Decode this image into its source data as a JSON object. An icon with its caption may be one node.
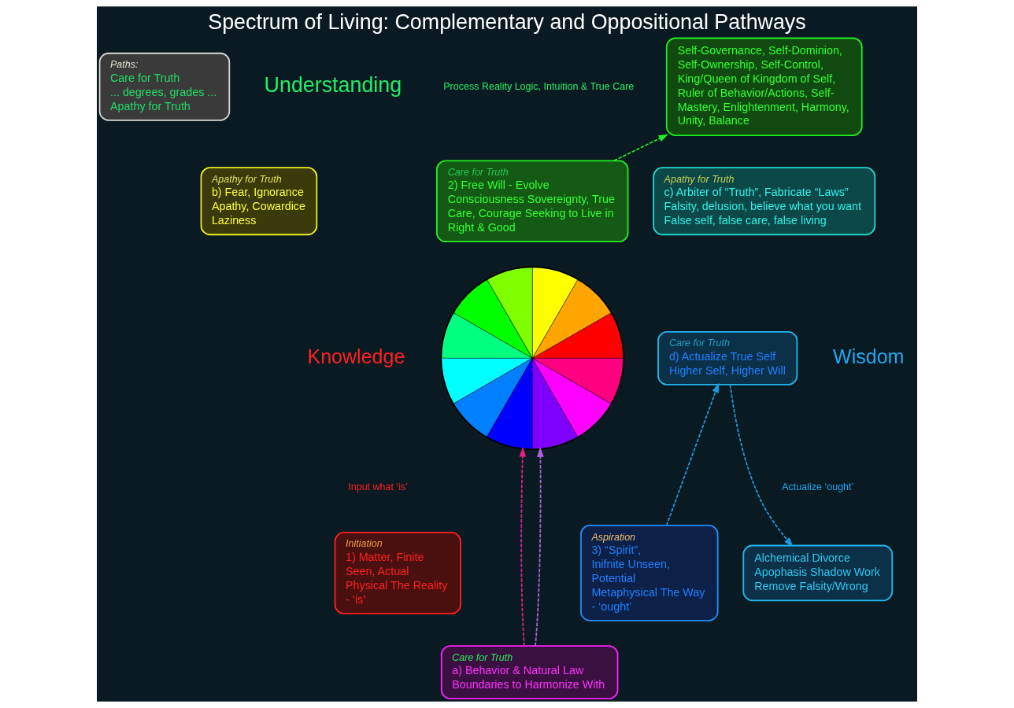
{
  "diagram": {
    "title": "Spectrum of Living: Complementary and Oppositional Pathways",
    "nodes": [
      {
        "text": [
          "Paths:",
          "Care for Truth",
          "... degrees, grades ...",
          "Apathy for Truth"
        ]
      },
      {
        "text": [
          "Care for Truth",
          "2) Free Will - Evolve Consciousness Sovereignty, True Care, Courage Seeking to Live in Right & Good"
        ]
      },
      {
        "text": [
          "Self-Governance, Self-Dominion, Self-Ownership, Self-Control, King/Queen of Kingdom of Self, Ruler of Behavior/Actions, Self-Mastery, Enlightenment, Harmony, Unity, Balance"
        ]
      },
      {
        "text": [
          "Apathy for Truth",
          "b) Fear, Ignorance Apathy, Cowardice Laziness"
        ]
      },
      {
        "text": [
          "Apathy for Truth",
          "c) Arbiter of “Truth”, Fabricate “Laws” Falsity, delusion, believe what you want False self, false care, false living"
        ]
      },
      {
        "text": [],
        "shape": "picture"
      },
      {
        "text": [
          "Care for Truth",
          "d) Actualize True Self Higher Self, Higher Will"
        ]
      },
      {
        "text": [
          "Initiation",
          "1) Matter, Finite Seen, Actual Physical The Reality - ‘is’"
        ]
      },
      {
        "text": [
          "Aspiration",
          "3) “Spirit”, Inifnite Unseen, Potential Metaphysical The Way - ‘ought’"
        ]
      },
      {
        "text": [
          "Alchemical Divorce Apophasis Shadow Work Remove Falsity/Wrong"
        ]
      },
      {
        "text": [
          "Care for Truth",
          "a) Behavior & Natural Law Boundaries to Harmonize With"
        ]
      }
    ],
    "edges": [
      {
        "from": 1,
        "to": 2,
        "arrow": "to",
        "style": "dashed",
        "color": "#22ee22"
      },
      {
        "from": 8,
        "to": 6,
        "arrow": "to",
        "style": "dashed",
        "color": "#1a9ae0"
      },
      {
        "from": 6,
        "to": 9,
        "arrow": "to",
        "style": "dashed",
        "color": "#1a9ae0"
      },
      {
        "from": 10,
        "to": 5,
        "arrow": "to",
        "style": "dashed",
        "color": "#e0208a"
      },
      {
        "from": 10,
        "to": 5,
        "arrow": "to",
        "style": "dashed",
        "color": "#b060e0"
      }
    ],
    "labels": [
      "Understanding",
      "Process Reality Logic, Intuition & True Care",
      "Knowledge",
      "Input what ‘is’",
      "Wisdom",
      "Actualize ‘ought’"
    ]
  }
}
